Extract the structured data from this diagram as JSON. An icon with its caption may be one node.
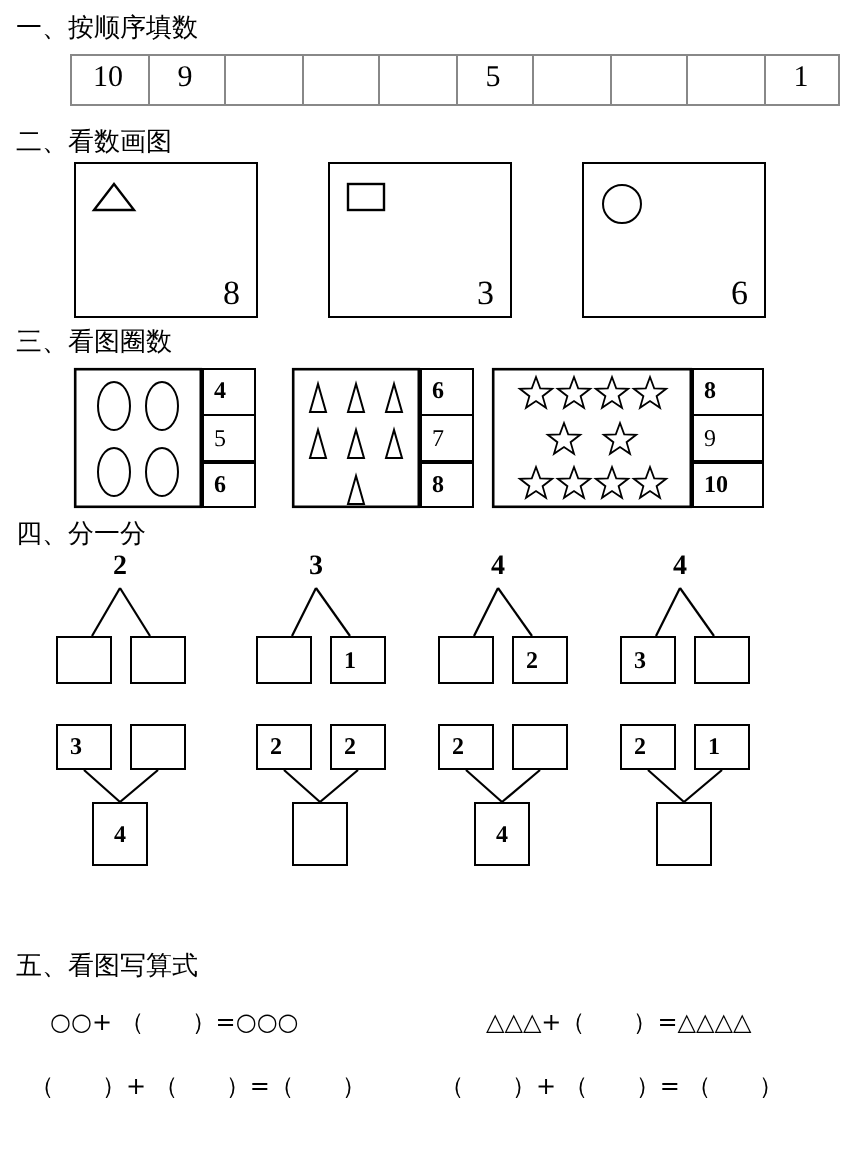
{
  "diagram": {
    "nodes": [
      {
        "text": [
          "8"
        ]
      },
      {
        "text": [
          "3"
        ]
      },
      {
        "text": [
          "6"
        ]
      },
      {
        "text": [
          "4"
        ]
      },
      {
        "text": [
          "5"
        ]
      },
      {
        "text": [
          "6"
        ]
      },
      {
        "text": [
          "6"
        ]
      },
      {
        "text": [
          "7"
        ]
      },
      {
        "text": [
          "8"
        ]
      },
      {
        "text": [
          "8"
        ]
      },
      {
        "text": [
          "9"
        ]
      },
      {
        "text": [
          "10"
        ]
      },
      {
        "text": [
          "2"
        ]
      },
      {
        "text": [
          "3"
        ]
      },
      {
        "text": [
          "4"
        ]
      },
      {
        "text": [
          "4"
        ]
      },
      {
        "text": [],
        "shape": "box"
      },
      {
        "text": [],
        "shape": "box"
      },
      {
        "text": [],
        "shape": "box"
      },
      {
        "text": [
          "1"
        ]
      },
      {
        "text": [],
        "shape": "box"
      },
      {
        "text": [
          "2"
        ]
      },
      {
        "text": [
          "3"
        ]
      },
      {
        "text": [],
        "shape": "box"
      },
      {
        "text": [
          "3"
        ]
      },
      {
        "text": [],
        "shape": "box"
      },
      {
        "text": [
          "2"
        ]
      },
      {
        "text": [
          "2"
        ]
      },
      {
        "text": [
          "2"
        ]
      },
      {
        "text": [],
        "shape": "box"
      },
      {
        "text": [
          "2"
        ]
      },
      {
        "text": [
          "1"
        ]
      },
      {
        "text": [
          "4"
        ]
      },
      {
        "text": [],
        "shape": "box"
      },
      {
        "text": [
          "4"
        ]
      },
      {
        "text": [],
        "shape": "box"
      }
    ],
    "edges": [
      {
        "from": 12,
        "to": 16,
        "arrow": "none"
      },
      {
        "from": 12,
        "to": 17,
        "arrow": "none"
      },
      {
        "from": 13,
        "to": 18,
        "arrow": "none"
      },
      {
        "from": 13,
        "to": 19,
        "arrow": "none"
      },
      {
        "from": 14,
        "to": 20,
        "arrow": "none"
      },
      {
        "from": 14,
        "to": 21,
        "arrow": "none"
      },
      {
        "from": 15,
        "to": 22,
        "arrow": "none"
      },
      {
        "from": 15,
        "to": 23,
        "arrow": "none"
      },
      {
        "from": 24,
        "to": 32,
        "arrow": "none"
      },
      {
        "from": 25,
        "to": 32,
        "arrow": "none"
      },
      {
        "from": 26,
        "to": 33,
        "arrow": "none"
      },
      {
        "from": 27,
        "to": 33,
        "arrow": "none"
      },
      {
        "from": 28,
        "to": 34,
        "arrow": "none"
      },
      {
        "from": 29,
        "to": 34,
        "arrow": "none"
      },
      {
        "from": 30,
        "to": 35,
        "arrow": "none"
      },
      {
        "from": 31,
        "to": 35,
        "arrow": "none"
      }
    ],
    "labels": [
      "一、按顺序填数",
      "10",
      "9",
      "5",
      "1",
      "二、看数画图",
      "三、看图圈数",
      "四、分一分",
      "五、看图写算式",
      "○○+ （　　）=○○○",
      "△△△+（　　）=△△△△",
      "（　　）+ （　　）=（　　）",
      "（　　）+ （　　）= （　　）"
    ]
  }
}
